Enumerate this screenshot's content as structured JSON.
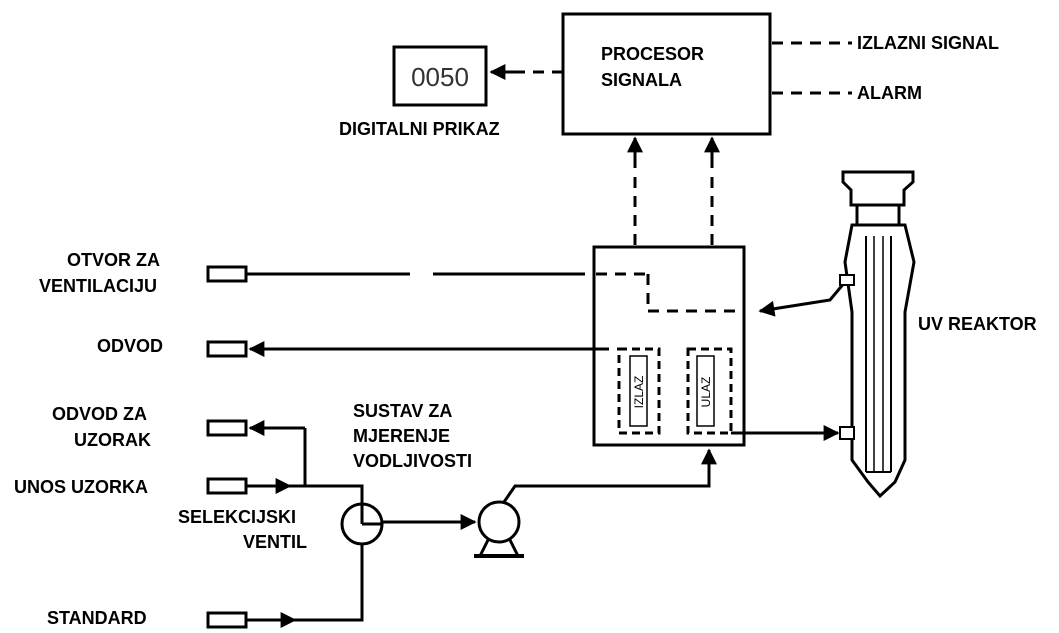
{
  "display": {
    "value": "0050",
    "label": "DIGITALNI PRIKAZ"
  },
  "processor": {
    "line1": "PROCESOR",
    "line2": "SIGNALA"
  },
  "outputs": {
    "signal": "IZLAZNI SIGNAL",
    "alarm": "ALARM"
  },
  "ports": {
    "vent_line1": "OTVOR ZA",
    "vent_line2": "VENTILACIJU",
    "drain": "ODVOD",
    "sample_drain_line1": "ODVOD ZA",
    "sample_drain_line2": "UZORAK",
    "sample_input": "UNOS UZORKA",
    "standard": "STANDARD"
  },
  "valve": {
    "line1": "SELEKCIJSKI",
    "line2": "VENTIL"
  },
  "conductivity": {
    "line1": "SUSTAV ZA",
    "line2": "MJERENJE",
    "line3": "VODLJIVOSTI"
  },
  "cells": {
    "outlet": "IZLAZ",
    "inlet": "ULAZ"
  },
  "reactor": {
    "label": "UV REAKTOR"
  }
}
